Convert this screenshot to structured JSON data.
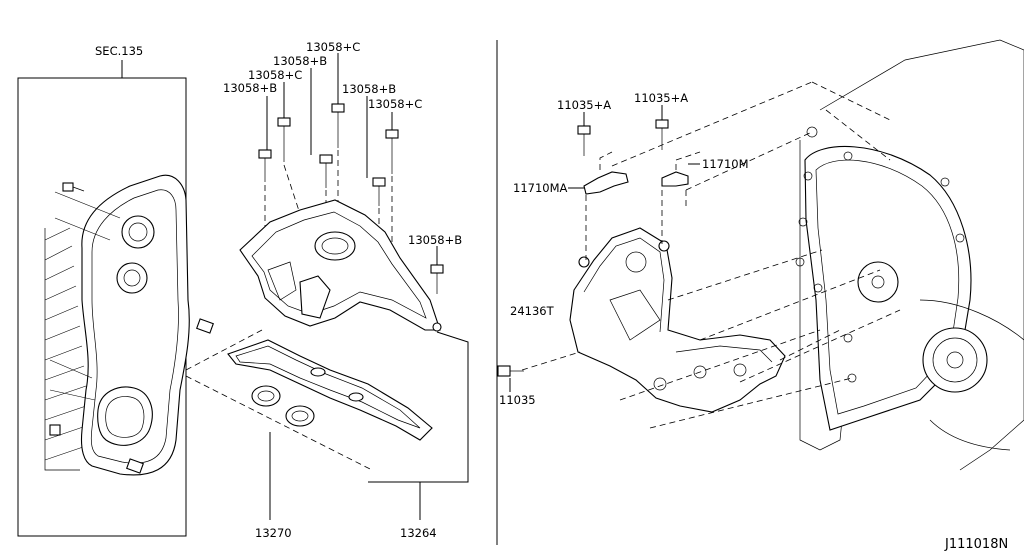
{
  "diagram_code": "J111018N",
  "labels": {
    "sec_ref": "SEC.135",
    "b1": "13058+B",
    "c1": "13058+C",
    "b2": "13058+B",
    "c2": "13058+C",
    "b3": "13058+B",
    "c3": "13058+C",
    "b4": "13058+B",
    "a1": "11035+A",
    "a2": "11035+A",
    "m1": "11710M",
    "ma": "11710MA",
    "bracket": "24136T",
    "bolt": "11035",
    "gasket": "13270",
    "gasket_set": "13264"
  }
}
